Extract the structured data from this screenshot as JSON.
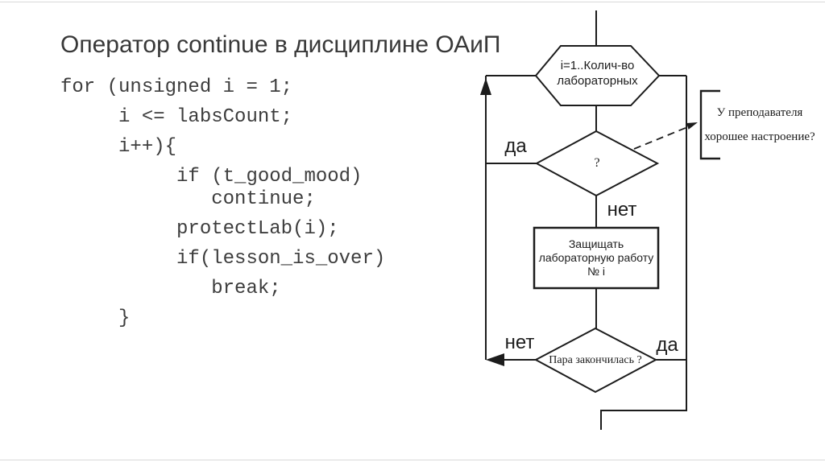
{
  "slide": {
    "title": "Оператор continue в дисциплине ОАиП"
  },
  "code": {
    "lines": [
      "for (unsigned i = 1;",
      "     i <= labsCount;",
      "     i++){",
      "          if (t_good_mood)",
      "             continue;",
      "          protectLab(i);",
      "          if(lesson_is_over)",
      "             break;",
      "     }"
    ]
  },
  "flowchart": {
    "colors": {
      "stroke": "#1c1c1c",
      "text": "#1c1c1c",
      "background": "#ffffff",
      "slide_edge": "#d9d9d9"
    },
    "loop_header": {
      "line1": "i=1..Колич-во",
      "line2": "лабораторных"
    },
    "mood_decision": {
      "text": "?"
    },
    "mood_yes_label": "да",
    "mood_no_label": "нет",
    "note": {
      "line1": "У преподавателя",
      "line2": "хорошее настроение?"
    },
    "process": {
      "line1": "Защищать",
      "line2": "лабораторную работу",
      "line3": "№ i"
    },
    "lesson_decision": {
      "text": "Пара закончилась ?"
    },
    "lesson_no_label": "нет",
    "lesson_yes_label": "да"
  }
}
